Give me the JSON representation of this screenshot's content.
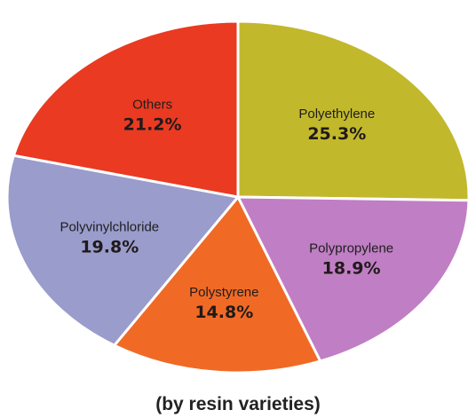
{
  "chart_data": {
    "type": "pie",
    "caption": "(by resin varieties)",
    "slices": [
      {
        "label": "Polyethylene",
        "value": 25.3,
        "value_label": "25.3%",
        "color": "#c2b82c"
      },
      {
        "label": "Polypropylene",
        "value": 18.9,
        "value_label": "18.9%",
        "color": "#c07ec4"
      },
      {
        "label": "Polystyrene",
        "value": 14.8,
        "value_label": "14.8%",
        "color": "#f06a26"
      },
      {
        "label": "Polyvinylchloride",
        "value": 19.8,
        "value_label": "19.8%",
        "color": "#9a9ccc"
      },
      {
        "label": "Others",
        "value": 21.2,
        "value_label": "21.2%",
        "color": "#ea3a22"
      }
    ]
  }
}
